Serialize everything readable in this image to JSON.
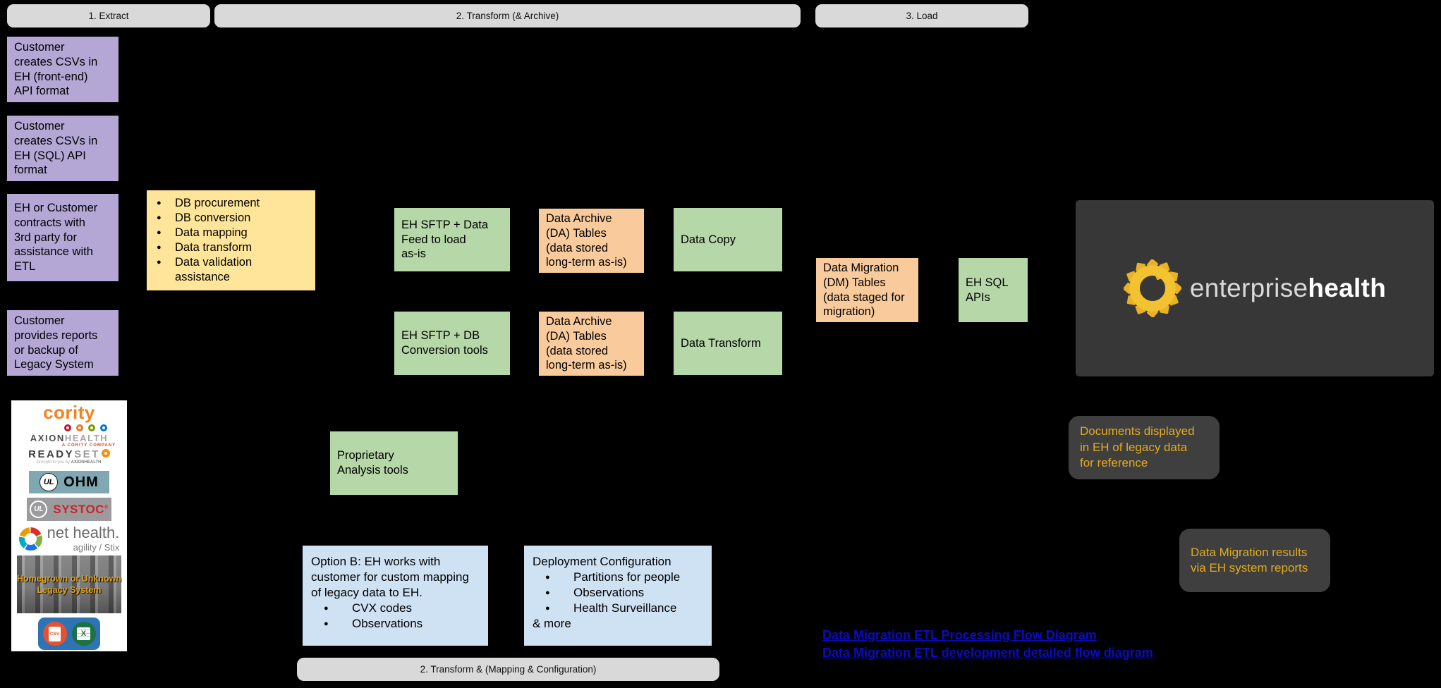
{
  "header": {
    "extract": "1. Extract",
    "transform": "2. Transform (& Archive)",
    "load": "3. Load"
  },
  "footer_bar": "2. Transform & (Mapping & Configuration)",
  "extract_sources": [
    "Customer\ncreates CSVs in\nEH (front-end)\nAPI format",
    "Customer\ncreates CSVs in\nEH (SQL) API\nformat",
    "EH or Customer\ncontracts with\n3rd party for\nassistance with\nETL",
    "Customer\nprovides reports\nor backup of\nLegacy System"
  ],
  "third_party_tasks": [
    "DB procurement",
    "DB conversion",
    "Data mapping",
    "Data transform",
    "Data validation\nassistance"
  ],
  "transform_stage": {
    "sftp_data_feed": "EH SFTP + Data\nFeed to load\nas-is",
    "data_archive_top": "Data Archive\n(DA) Tables\n(data stored\nlong-term as-is)",
    "data_copy": "Data Copy",
    "sftp_db_conversion": "EH SFTP + DB\nConversion tools",
    "data_archive_bottom": "Data Archive\n(DA) Tables\n(data stored\nlong-term as-is)",
    "data_transform": "Data Transform",
    "proprietary_tools": "Proprietary\nAnalysis tools"
  },
  "load_stage": {
    "dm_tables": "Data Migration\n(DM) Tables\n(data staged for\nmigration)",
    "eh_sql_apis": "EH SQL\nAPIs"
  },
  "notes": {
    "documents_note": "Documents displayed\nin EH of legacy data\nfor reference",
    "results_note": "Data Migration results\nvia EH system reports"
  },
  "mapping_config": {
    "option_b_title": "Option B: EH works with\ncustomer for custom mapping\nof legacy data to EH.",
    "option_b_items": [
      "CVX codes",
      "Observations"
    ],
    "deployment_title": "Deployment Configuration",
    "deployment_items": [
      "Partitions for people",
      "Observations",
      "Health Surveillance"
    ],
    "deployment_more": "& more"
  },
  "links": [
    "Data Migration ETL Processing Flow Diagram",
    "Data Migration ETL development detailed flow diagram"
  ],
  "legacy_panel": {
    "cority": "cority",
    "axion_brand": "AXION",
    "axion_health": "HEALTH",
    "axion_tagline": "A CORITY COMPANY",
    "readyset_ready": "READY",
    "readyset_set": "SET",
    "readyset_tagline_pre": "brought to you by ",
    "readyset_tagline_brand": "AXIONHEALTH",
    "ul_mark": "UL",
    "ohm": "OHM",
    "systoc": "SYSTOC",
    "systoc_reg": "®",
    "nethealth": "net health.",
    "nethealth_sub": "agility / Stix",
    "legacy_caption": "Homegrown or Unknown\nLegacy System",
    "csv_label": "CSV",
    "excel_label": "X"
  },
  "eh_brand": {
    "enterprise": "enterprise",
    "health": "health"
  },
  "colors": {
    "purple": "#b4a7d6",
    "yellow": "#ffe599",
    "green": "#b6d7a8",
    "orange": "#f9cb9c",
    "blue": "#cfe2f3",
    "bar_gray": "#d9d9d9",
    "panel_dark": "#373737",
    "note_dark": "#3f3f3f",
    "note_gold_text": "#e2aa1f",
    "link_blue": "#0b0bc4",
    "eh_logo_gold": "#f2c230"
  }
}
